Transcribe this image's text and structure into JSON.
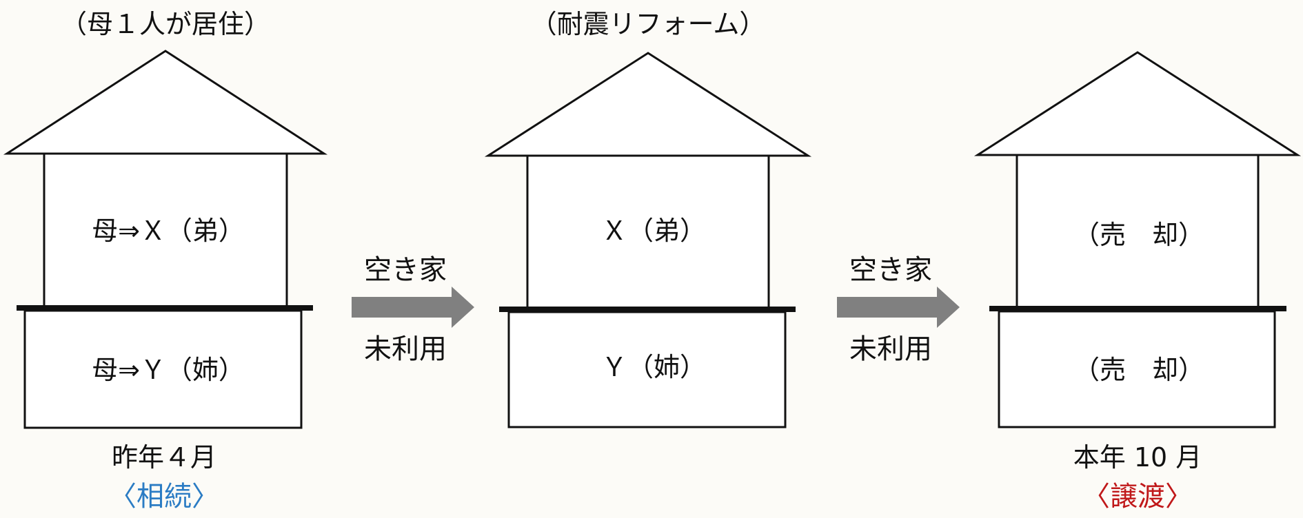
{
  "houses": [
    {
      "caption": "（母１人が居住）",
      "upper": "母⇒Ｘ（弟）",
      "lower": "母⇒Ｙ（姉）",
      "date": "昨年４月",
      "event": "〈相続〉"
    },
    {
      "caption": "（耐震リフォーム）",
      "upper": "Ｘ（弟）",
      "lower": "Ｙ（姉）",
      "date": "",
      "event": ""
    },
    {
      "caption": "",
      "upper": "（売　却）",
      "lower": "（売　却）",
      "date": "本年 10 月",
      "event": "〈譲渡〉"
    }
  ],
  "arrows": [
    {
      "top": "空き家",
      "bottom": "未利用"
    },
    {
      "top": "空き家",
      "bottom": "未利用"
    }
  ],
  "colors": {
    "line": "#111111",
    "arrow": "#808080",
    "inherit": "#2b7cc4",
    "transfer": "#c0181a",
    "background": "#fcfbf7"
  }
}
